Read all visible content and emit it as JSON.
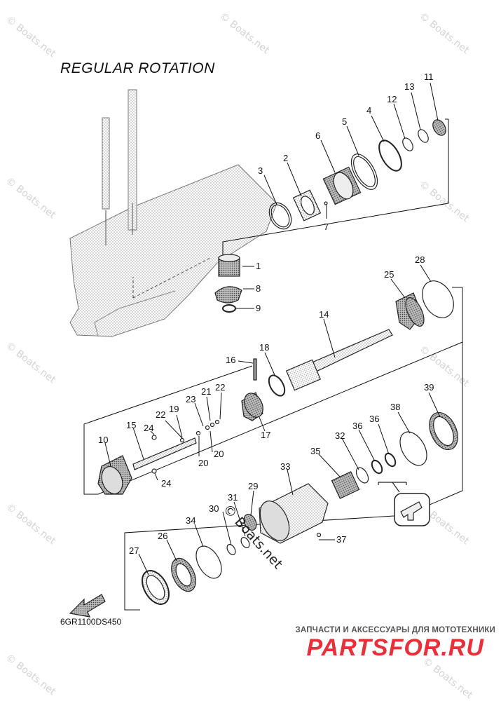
{
  "title": "REGULAR ROTATION",
  "diagram_code": "6GR1100DS450",
  "watermark": "© Boats.net",
  "brand": {
    "tagline": "ЗАПЧАСТИ И АКСЕССУАРЫ ДЛЯ МОТОТЕХНИКИ",
    "logo": "PARTSFOR.RU"
  },
  "callouts": {
    "c1": "1",
    "c2": "2",
    "c3": "3",
    "c4": "4",
    "c5": "5",
    "c6": "6",
    "c7": "7",
    "c8": "8",
    "c9": "9",
    "c10": "10",
    "c11": "11",
    "c12": "12",
    "c13": "13",
    "c14": "14",
    "c15": "15",
    "c16": "16",
    "c17": "17",
    "c18": "18",
    "c19": "19",
    "c20a": "20",
    "c20b": "20",
    "c21": "21",
    "c22a": "22",
    "c22b": "22",
    "c23": "23",
    "c24a": "24",
    "c24b": "24",
    "c25": "25",
    "c26": "26",
    "c27": "27",
    "c28": "28",
    "c29": "29",
    "c30": "30",
    "c31": "31",
    "c32": "32",
    "c33": "33",
    "c34": "34",
    "c35": "35",
    "c36a": "36",
    "c36b": "36",
    "c37": "37",
    "c38": "38",
    "c39": "39"
  }
}
